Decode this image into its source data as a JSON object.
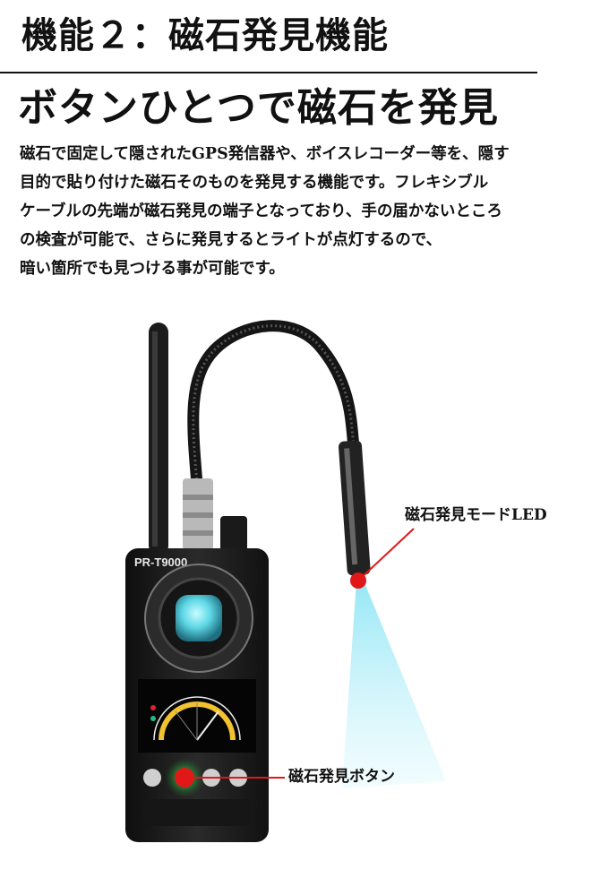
{
  "heading": {
    "title": "機能２：磁石発見機能",
    "headline": "ボタンひとつで磁石を発見"
  },
  "description": {
    "lines": [
      "磁石で固定して隠されたGPS発信器や、ボイスレコーダー等を、隠す",
      "目的で貼り付けた磁石そのものを発見する機能です。フレキシブル",
      "ケーブルの先端が磁石発見の端子となっており、手の届かないところ",
      "の検査が可能で、さらに発見するとライトが点灯するので、",
      "暗い箇所でも見つける事が可能です。"
    ]
  },
  "device": {
    "model_label": "PR-T9000"
  },
  "callouts": {
    "led": "磁石発見モードLED",
    "button": "磁石発見ボタン"
  },
  "colors": {
    "accent_red": "#e01818",
    "light_cyan": "#7fe0f0",
    "body_dark": "#1c1c1c"
  }
}
